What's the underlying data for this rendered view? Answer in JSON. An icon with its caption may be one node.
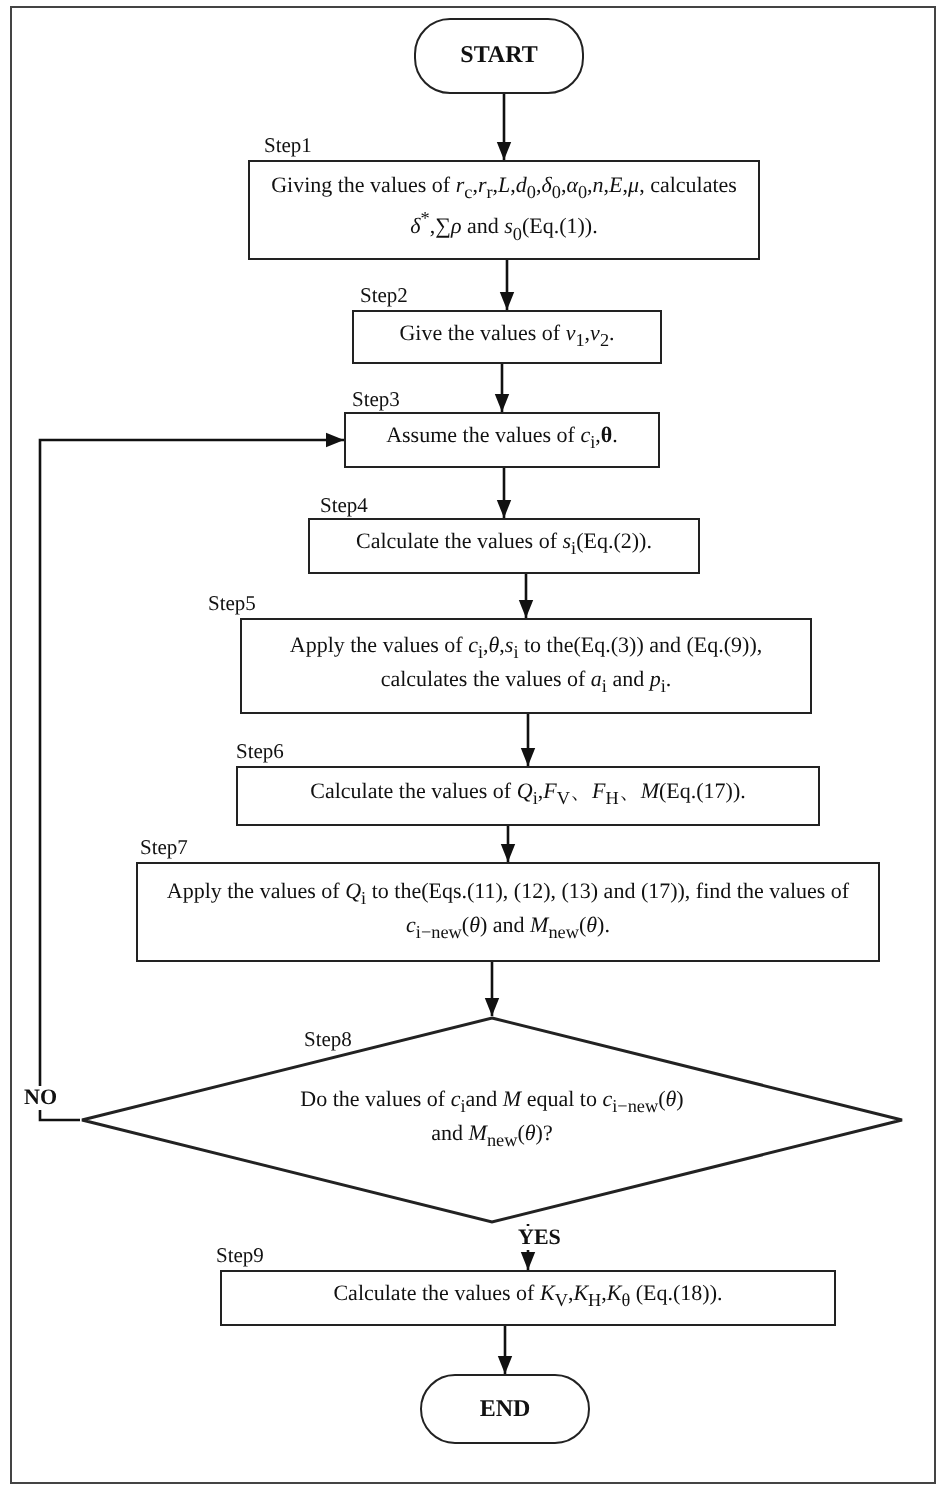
{
  "diagram": {
    "nodes": [
      {
        "text": [
          "START"
        ]
      },
      {
        "text": [
          "Giving the values of *r*$_{c}$,*r*$_{r}$,*L*,*d*$_{0}$,*δ*$_{0}$,*α*$_{0}$,*n*,*E*,*μ*, calculates *δ*$^{*}$,∑*ρ* and *s*$_{0}$(Eq.(1))."
        ],
        "beside": [
          "Step1"
        ]
      },
      {
        "text": [
          "Give the values of *v*$_{1}$,*v*$_{2}$."
        ],
        "beside": [
          "Step2"
        ]
      },
      {
        "text": [
          "Assume the values of *c*$_{i}$,**θ**."
        ],
        "beside": [
          "Step3"
        ]
      },
      {
        "text": [
          "Calculate the values of *s*$_{i}$(Eq.(2))."
        ],
        "beside": [
          "Step4"
        ]
      },
      {
        "text": [
          "Apply the values of *c*$_{i}$,*θ*,*s*$_{i}$ to the(Eq.(3)) and (Eq.(9)), calculates the values of *a*$_{i}$ and *p*$_{i}$."
        ],
        "beside": [
          "Step5"
        ]
      },
      {
        "text": [
          "Calculate the values of *Q*$_{i}$,*F*$_{V}$、*F*$_{H}$、*M*(Eq.(17))."
        ],
        "beside": [
          "Step6"
        ]
      },
      {
        "text": [
          "Apply the values of *Q*$_{i}$ to the(Eqs.(11), (12), (13) and (17)), find the values of *c*$_{i−new}$(*θ*) and *M*$_{new}$(*θ*)."
        ],
        "beside": [
          "Step7"
        ]
      },
      {
        "text": [
          "Do the values of *c*$_{i}$and *M* equal to *c*$_{i−new}$(*θ*) and *M*$_{new}$(*θ*)?"
        ],
        "beside": [
          "Step8"
        ]
      },
      {
        "text": [
          "Calculate the values of *K*$_{V}$,*K*$_{H}$,*K*$_{θ}$ (Eq.(18))."
        ],
        "beside": [
          "Step9"
        ]
      },
      {
        "text": [
          "END"
        ]
      }
    ],
    "edges": [
      {
        "from": 0,
        "to": 1,
        "arrow": "to"
      },
      {
        "from": 1,
        "to": 2,
        "arrow": "to"
      },
      {
        "from": 2,
        "to": 3,
        "arrow": "to"
      },
      {
        "from": 3,
        "to": 4,
        "arrow": "to"
      },
      {
        "from": 4,
        "to": 5,
        "arrow": "to"
      },
      {
        "from": 5,
        "to": 6,
        "arrow": "to"
      },
      {
        "from": 6,
        "to": 7,
        "arrow": "to"
      },
      {
        "from": 7,
        "to": 8,
        "arrow": "to"
      },
      {
        "from": 8,
        "to": 3,
        "arrow": "to",
        "label": "NO"
      },
      {
        "from": 8,
        "to": 9,
        "arrow": "to",
        "label": "YES"
      },
      {
        "from": 9,
        "to": 10,
        "arrow": "to"
      }
    ]
  }
}
